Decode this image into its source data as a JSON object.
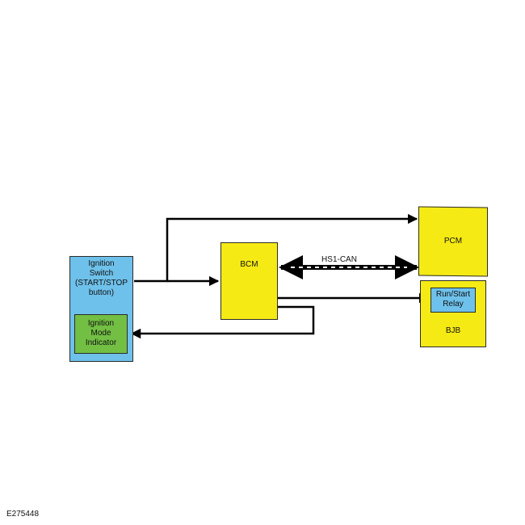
{
  "diagram": {
    "ignition_switch": {
      "label": "Ignition\nSwitch\n(START/STOP\nbutton)"
    },
    "ignition_mode_indicator": {
      "label": "Ignition\nMode\nIndicator"
    },
    "bcm": {
      "label": "BCM"
    },
    "pcm": {
      "label": "PCM"
    },
    "bjb": {
      "label": "BJB"
    },
    "run_start_relay": {
      "label": "Run/Start\nRelay"
    },
    "can_link": {
      "label": "HS1-CAN"
    }
  },
  "figure_id": "E275448",
  "colors": {
    "module_yellow": "#f5ea14",
    "switch_blue": "#6ec1ea",
    "indicator_green": "#72bf44",
    "line": "#000000"
  }
}
